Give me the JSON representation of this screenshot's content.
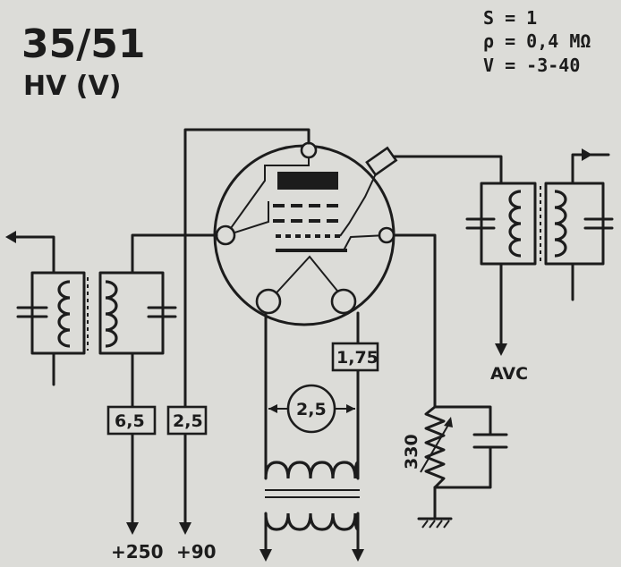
{
  "header": {
    "tube_code": "35/51",
    "tube_type": "HV (V)"
  },
  "specs": {
    "line1": "S = 1",
    "line2": "ρ = 0,4 MΩ",
    "line3": "V = -3-40"
  },
  "labels": {
    "plate_value": "6,5",
    "screen_value": "2,5",
    "heater_current": "1,75",
    "heater_voltage": "2,5",
    "cathode_resistor": "330",
    "avc": "AVC",
    "supply_plate": "+250",
    "supply_screen": "+90"
  }
}
